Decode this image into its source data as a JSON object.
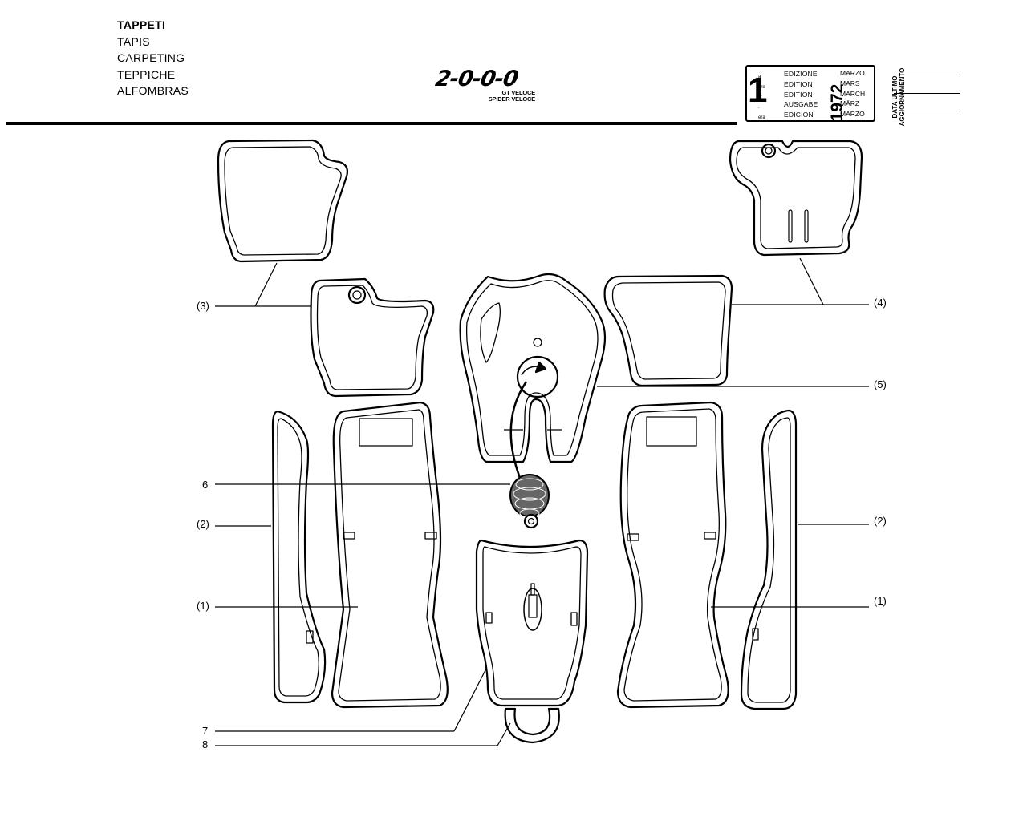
{
  "header": {
    "titles": [
      "TAPPETI",
      "TAPIS",
      "CARPETING",
      "TEPPICHE",
      "ALFOMBRAS"
    ],
    "model_logo": "2-0-0-0",
    "model_variants": [
      "GT VELOCE",
      "SPIDER VELOCE"
    ]
  },
  "edition_box": {
    "number": "1",
    "ordinals": [
      "a",
      "ere",
      "st",
      ".",
      "era"
    ],
    "labels": [
      "EDIZIONE",
      "EDITION",
      "EDITION",
      "AUSGABE",
      "EDICION"
    ],
    "year": "1972",
    "months": [
      "MARZO",
      "MARS",
      "MARCH",
      "MÄRZ",
      "MARZO"
    ],
    "update_label": [
      "DATA ULTIMO",
      "AGGIORNAMENTO"
    ]
  },
  "callouts": {
    "left_3": "(3)",
    "right_4": "(4)",
    "right_5": "(5)",
    "left_6": "6",
    "left_2": "(2)",
    "right_2": "(2)",
    "left_1": "(1)",
    "right_1": "(1)",
    "left_7": "7",
    "left_8": "8"
  },
  "colors": {
    "ink": "#000000",
    "paper": "#ffffff",
    "shift_boot": "#555555"
  }
}
